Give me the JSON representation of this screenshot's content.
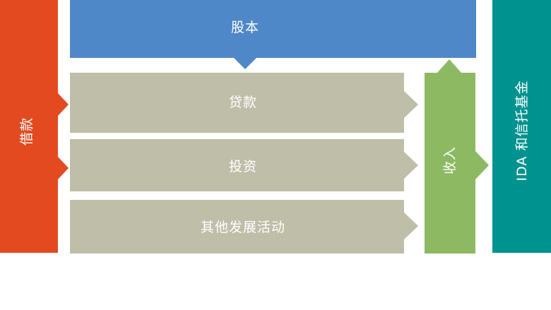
{
  "diagram": {
    "borrowing": {
      "label": "借款",
      "color": "#e44a20"
    },
    "equity": {
      "label": "股本",
      "color": "#4e88c8"
    },
    "uses": {
      "color": "#bebea9",
      "items": [
        {
          "label": "贷款"
        },
        {
          "label": "投资"
        },
        {
          "label": "其他发展活动"
        }
      ]
    },
    "income": {
      "label": "收入",
      "color": "#8db962"
    },
    "ida_trust": {
      "label": "IDA 和信托基金",
      "color": "#00928f"
    }
  }
}
